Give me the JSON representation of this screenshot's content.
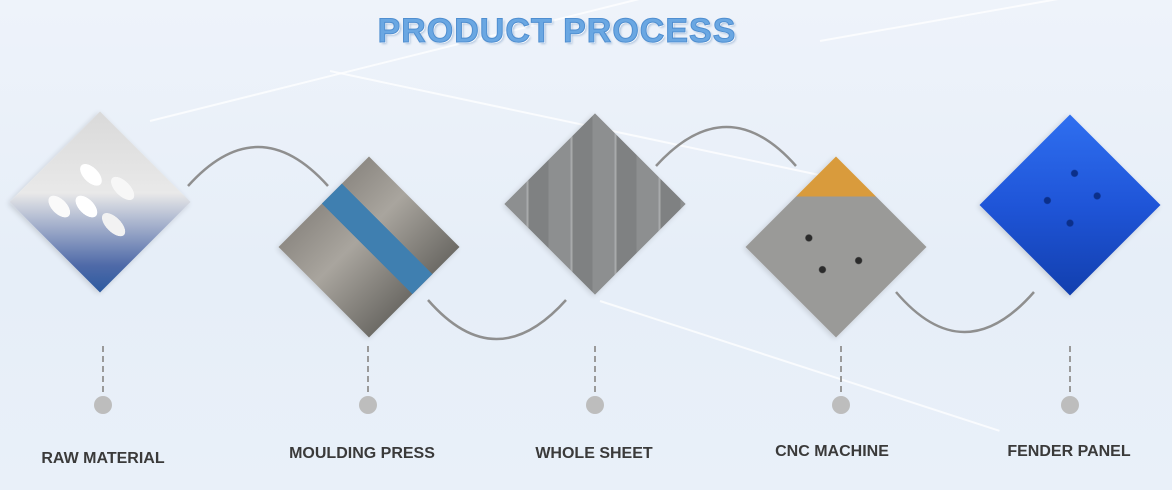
{
  "page": {
    "title": "PRODUCT PROCESS",
    "colors": {
      "title": "#6aa7e2",
      "label": "#3a3a3a",
      "connector": "#8f8f8f",
      "dot": "#bdbdbd"
    }
  },
  "steps": [
    {
      "label": "RAW MATERIAL",
      "photo": "white-sacks-on-blue-pallets"
    },
    {
      "label": "MOULDING PRESS",
      "photo": "factory-press-floor"
    },
    {
      "label": "WHOLE SHEET",
      "photo": "stacked-grey-sheets"
    },
    {
      "label": "CNC MACHINE",
      "photo": "cnc-bed-with-holes"
    },
    {
      "label": "FENDER PANEL",
      "photo": "blue-drilled-panels"
    }
  ]
}
